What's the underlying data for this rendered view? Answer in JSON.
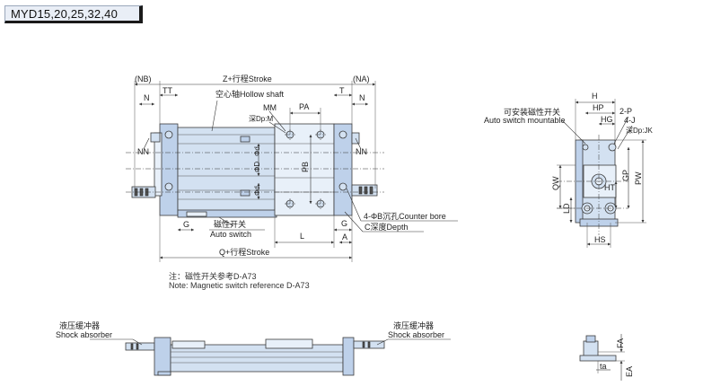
{
  "header": {
    "model_title": "MYD15,20,25,32,40"
  },
  "top_view": {
    "nb": "(NB)",
    "na": "(NA)",
    "stroke_top": "Z+行程Stroke",
    "stroke_bottom": "Q+行程Stroke",
    "hollow_shaft": "空心轴Hollow shaft",
    "n_left": "N",
    "n_right": "N",
    "tt": "TT",
    "t": "T",
    "mm": "MM",
    "pa": "PA",
    "depth_m": "深Dp:M",
    "nn_left": "NN",
    "nn_right": "NN",
    "phi_d_upper": "Φd",
    "phi_d_mid": "ΦD",
    "pb": "PB",
    "phi_d_lower": "Φd",
    "g_left": "G",
    "g_right": "G",
    "auto_switch_cn": "磁性开关",
    "auto_switch_en": "Auto switch",
    "l": "L",
    "a": "A",
    "counter_bore": "4-ΦB沉孔Counter bore",
    "c_depth": "C深度Depth"
  },
  "note": {
    "line1": "注：磁性开关参考D-A73",
    "line2": "Note: Magnetic switch reference D-A73"
  },
  "side_view": {
    "h": "H",
    "hp": "HP",
    "hg": "HG",
    "two_p": "2-P",
    "four_j": "4-J",
    "depth_jk": "深Dp:JK",
    "mount_cn": "可安装磁性开关",
    "mount_en": "Auto switch mountable",
    "qw": "QW",
    "gp": "GP",
    "pw": "PW",
    "ht": "HT",
    "ld": "LD",
    "hs": "HS"
  },
  "shock_view": {
    "left_cn": "液压缓冲器",
    "left_en": "Shock absorber",
    "right_cn": "液压缓冲器",
    "right_en": "Shock absorber"
  },
  "detail_view": {
    "fa": "FA",
    "ta": "ta",
    "ea": "EA"
  }
}
